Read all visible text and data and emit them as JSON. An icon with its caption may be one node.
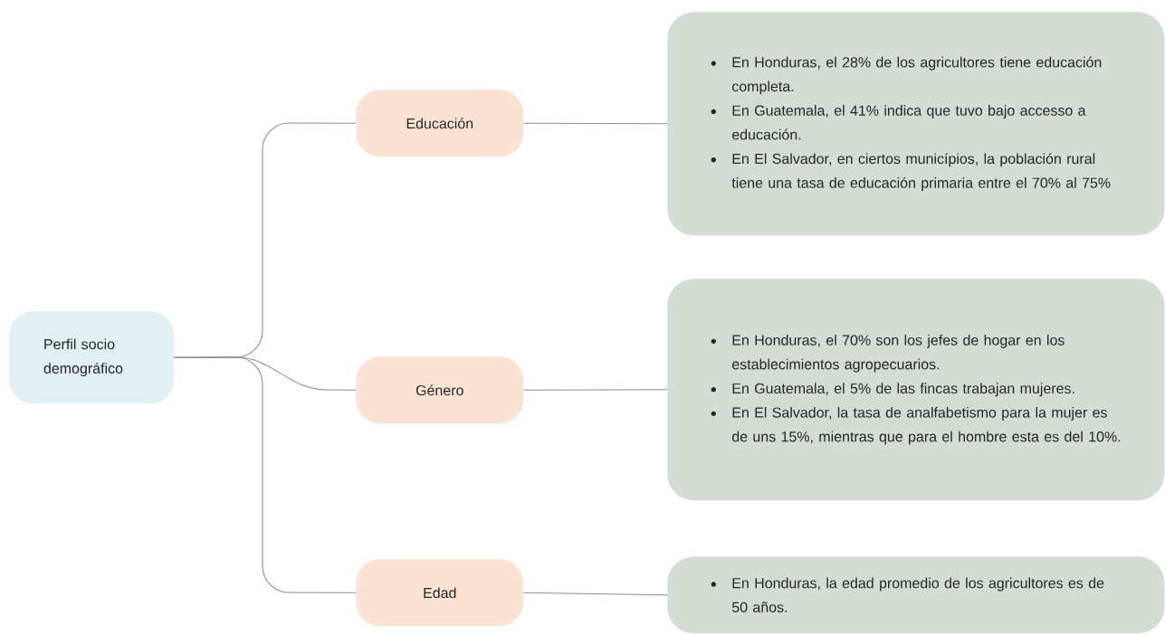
{
  "diagram": {
    "nodes": [
      {
        "text": [
          "Perfil socio demográfico"
        ]
      },
      {
        "text": [
          "Educación"
        ]
      },
      {
        "text": [
          "En Honduras, el 28% de los agricultores tiene educación completa.",
          "En Guatemala, el 41% indica que tuvo bajo accesso a educación.",
          "En El Salvador, en ciertos municípios, la población rural tiene una tasa de educación primaria entre el 70% al 75%"
        ]
      },
      {
        "text": [
          "Género"
        ]
      },
      {
        "text": [
          "En Honduras, el 70% son los jefes de hogar en los establecimientos agropecuarios.",
          "En Guatemala, el 5% de las fincas trabajan mujeres.",
          "En El Salvador, la tasa de analfabetismo para la mujer es de uns 15%, mientras que para el hombre esta es del 10%."
        ]
      },
      {
        "text": [
          "Edad"
        ]
      },
      {
        "text": [
          "En Honduras, la edad promedio de los agricultores es de 50 años."
        ]
      }
    ],
    "edges": [
      {
        "from": 0,
        "to": 1,
        "arrow": "none"
      },
      {
        "from": 0,
        "to": 3,
        "arrow": "none"
      },
      {
        "from": 0,
        "to": 5,
        "arrow": "none"
      },
      {
        "from": 1,
        "to": 2,
        "arrow": "none"
      },
      {
        "from": 3,
        "to": 4,
        "arrow": "none"
      },
      {
        "from": 5,
        "to": 6,
        "arrow": "none"
      }
    ]
  }
}
